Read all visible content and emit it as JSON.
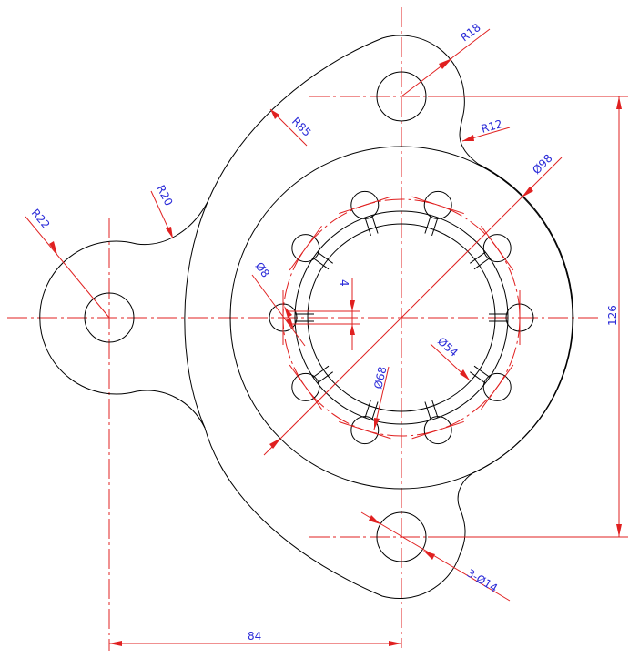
{
  "colors": {
    "object_line": "#000000",
    "dimension_line": "#e02020",
    "dimension_text": "#2a2ad8",
    "background": "#ffffff"
  },
  "dimensions": {
    "r18": "R18",
    "r12": "R12",
    "r85": "R85",
    "phi98": "Ø98",
    "r20": "R20",
    "r22": "R22",
    "phi8": "Ø8",
    "four": "4",
    "phi54": "Ø54",
    "phi68": "Ø68",
    "h126": "126",
    "holes": "3-Ø14",
    "w84": "84"
  }
}
